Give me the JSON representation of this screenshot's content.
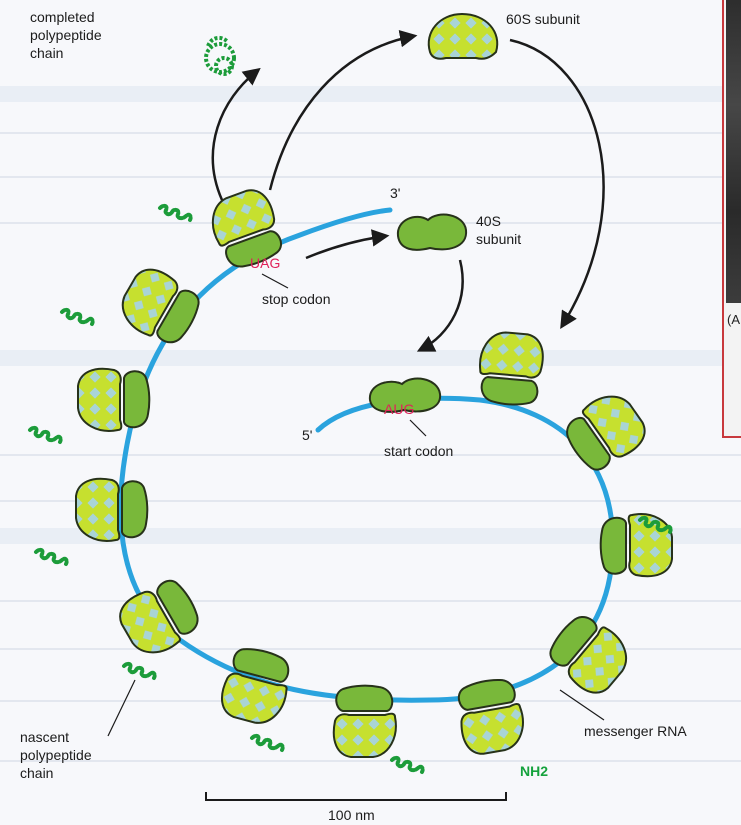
{
  "labels": {
    "completed_chain": [
      "completed",
      "polypeptide",
      "chain"
    ],
    "subunit_60s": "60S subunit",
    "subunit_40s": [
      "40S",
      "subunit"
    ],
    "three_prime": "3'",
    "five_prime": "5'",
    "stop_codon_seq": "UAG",
    "stop_codon": "stop codon",
    "start_codon_seq": "AUG",
    "start_codon": "start codon",
    "mrna": "messenger RNA",
    "nascent_chain": [
      "nascent",
      "polypeptide",
      "chain"
    ],
    "nh2": "NH2",
    "scale_bar": "100 nm",
    "inset_panel": "(A"
  },
  "colors": {
    "mrna": "#2aa3de",
    "large_subunit": "#c6e02f",
    "large_subunit_dots": "#a9d4d6",
    "small_subunit": "#79b83a",
    "polypeptide": "#1c9c3a",
    "codon_text": "#e0225a",
    "inset_border": "#c8393d"
  },
  "icons": {
    "ribosome": "ribosome-icon",
    "polypeptide": "polypeptide-chain-icon"
  }
}
